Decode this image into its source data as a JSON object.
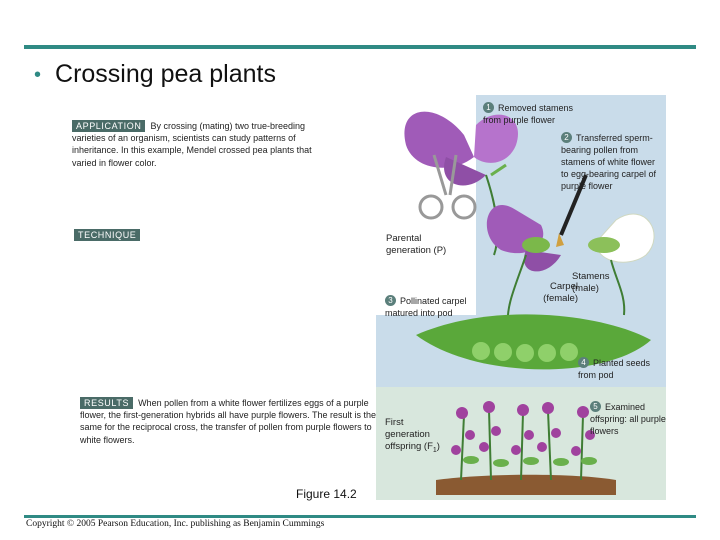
{
  "slide": {
    "title": "Crossing pea plants",
    "bullet": "•"
  },
  "application": {
    "tag": "APPLICATION",
    "text": "By crossing (mating) two true-breeding varieties of an organism, scientists can study patterns of inheritance. In this example, Mendel crossed pea plants that varied in flower color."
  },
  "technique": {
    "tag": "TECHNIQUE"
  },
  "results": {
    "tag": "RESULTS",
    "text": "When pollen from a white flower fertilizes eggs of a purple flower, the first-generation hybrids all have purple flowers. The result is the same for the reciprocal cross, the transfer of pollen from purple flowers to white flowers."
  },
  "steps": [
    {
      "num": "1",
      "text": "Removed stamens from purple flower"
    },
    {
      "num": "2",
      "text": "Transferred sperm-bearing pollen from stamens of white flower to egg-bearing carpel of purple flower"
    },
    {
      "num": "3",
      "text": "Pollinated carpel matured into pod"
    },
    {
      "num": "4",
      "text": "Planted seeds from pod"
    },
    {
      "num": "5",
      "text": "Examined offspring: all purple flowers"
    }
  ],
  "labels": {
    "parental": "Parental generation (P)",
    "stamens": "Stamens (male)",
    "carpel": "Carpel (female)",
    "first_gen_lead": "First generation offspring",
    "first_gen_symbol": "(F",
    "first_gen_sub": "1",
    "first_gen_close": ")"
  },
  "figure_label": "Figure 14.2",
  "copyright": "Copyright © 2005 Pearson Education, Inc. publishing as Benjamin Cummings",
  "colors": {
    "accent": "#2f8a84",
    "panel_top": "#c9dcea",
    "panel_bottom": "#d8e7dd",
    "purple_flower": "#a05bb8",
    "pod_green": "#5aa83a"
  }
}
